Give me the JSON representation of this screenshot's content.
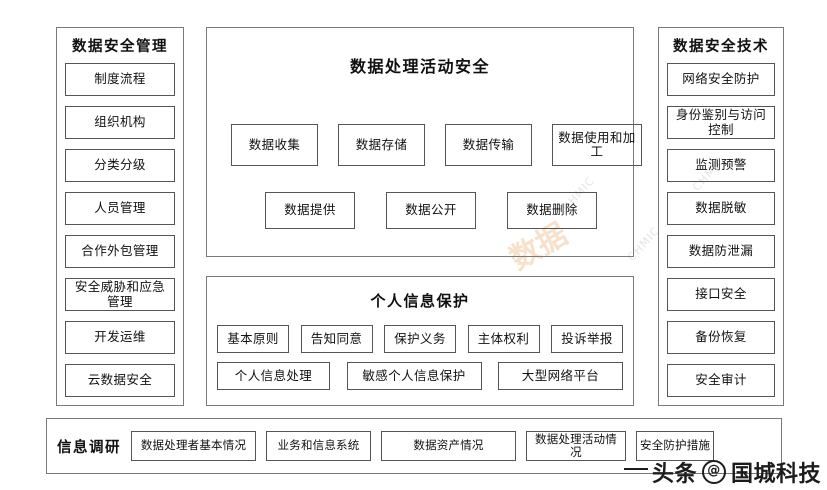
{
  "left_panel": {
    "title": "数据安全管理",
    "items": [
      {
        "label": "制度流程"
      },
      {
        "label": "组织机构"
      },
      {
        "label": "分类分级"
      },
      {
        "label": "人员管理"
      },
      {
        "label": "合作外包管理"
      },
      {
        "label": "安全威胁和应急管理"
      },
      {
        "label": "开发运维"
      },
      {
        "label": "云数据安全"
      }
    ]
  },
  "right_panel": {
    "title": "数据安全技术",
    "items": [
      {
        "label": "网络安全防护"
      },
      {
        "label": "身份鉴别与访问控制"
      },
      {
        "label": "监测预警"
      },
      {
        "label": "数据脱敏"
      },
      {
        "label": "数据防泄漏"
      },
      {
        "label": "接口安全"
      },
      {
        "label": "备份恢复"
      },
      {
        "label": "安全审计"
      }
    ]
  },
  "data_processing_panel": {
    "title": "数据处理活动安全",
    "row1": [
      {
        "label": "数据收集"
      },
      {
        "label": "数据存储"
      },
      {
        "label": "数据传输"
      },
      {
        "label": "数据使用和加工"
      }
    ],
    "row2": [
      {
        "label": "数据提供"
      },
      {
        "label": "数据公开"
      },
      {
        "label": "数据删除"
      }
    ]
  },
  "personal_info_panel": {
    "title": "个人信息保护",
    "row1": [
      {
        "label": "基本原则"
      },
      {
        "label": "告知同意"
      },
      {
        "label": "保护义务"
      },
      {
        "label": "主体权利"
      },
      {
        "label": "投诉举报"
      }
    ],
    "row2": [
      {
        "label": "个人信息处理"
      },
      {
        "label": "敏感个人信息保护"
      },
      {
        "label": "大型网络平台"
      }
    ]
  },
  "survey_panel": {
    "label": "信息调研",
    "items": [
      {
        "label": "数据处理者基本情况"
      },
      {
        "label": "业务和信息系统"
      },
      {
        "label": "数据资产情况"
      },
      {
        "label": "数据处理活动情况"
      },
      {
        "label": "安全防护措施"
      }
    ]
  },
  "watermarks": {
    "diagonal_text": "CHMIC",
    "cn_text": "数据",
    "brand_prefix": "头条",
    "brand_at": "@",
    "brand_name": "国城科技"
  },
  "colors": {
    "panel_border": "#7a7a7a",
    "node_border": "#555555",
    "text": "#111111",
    "background": "#ffffff"
  }
}
